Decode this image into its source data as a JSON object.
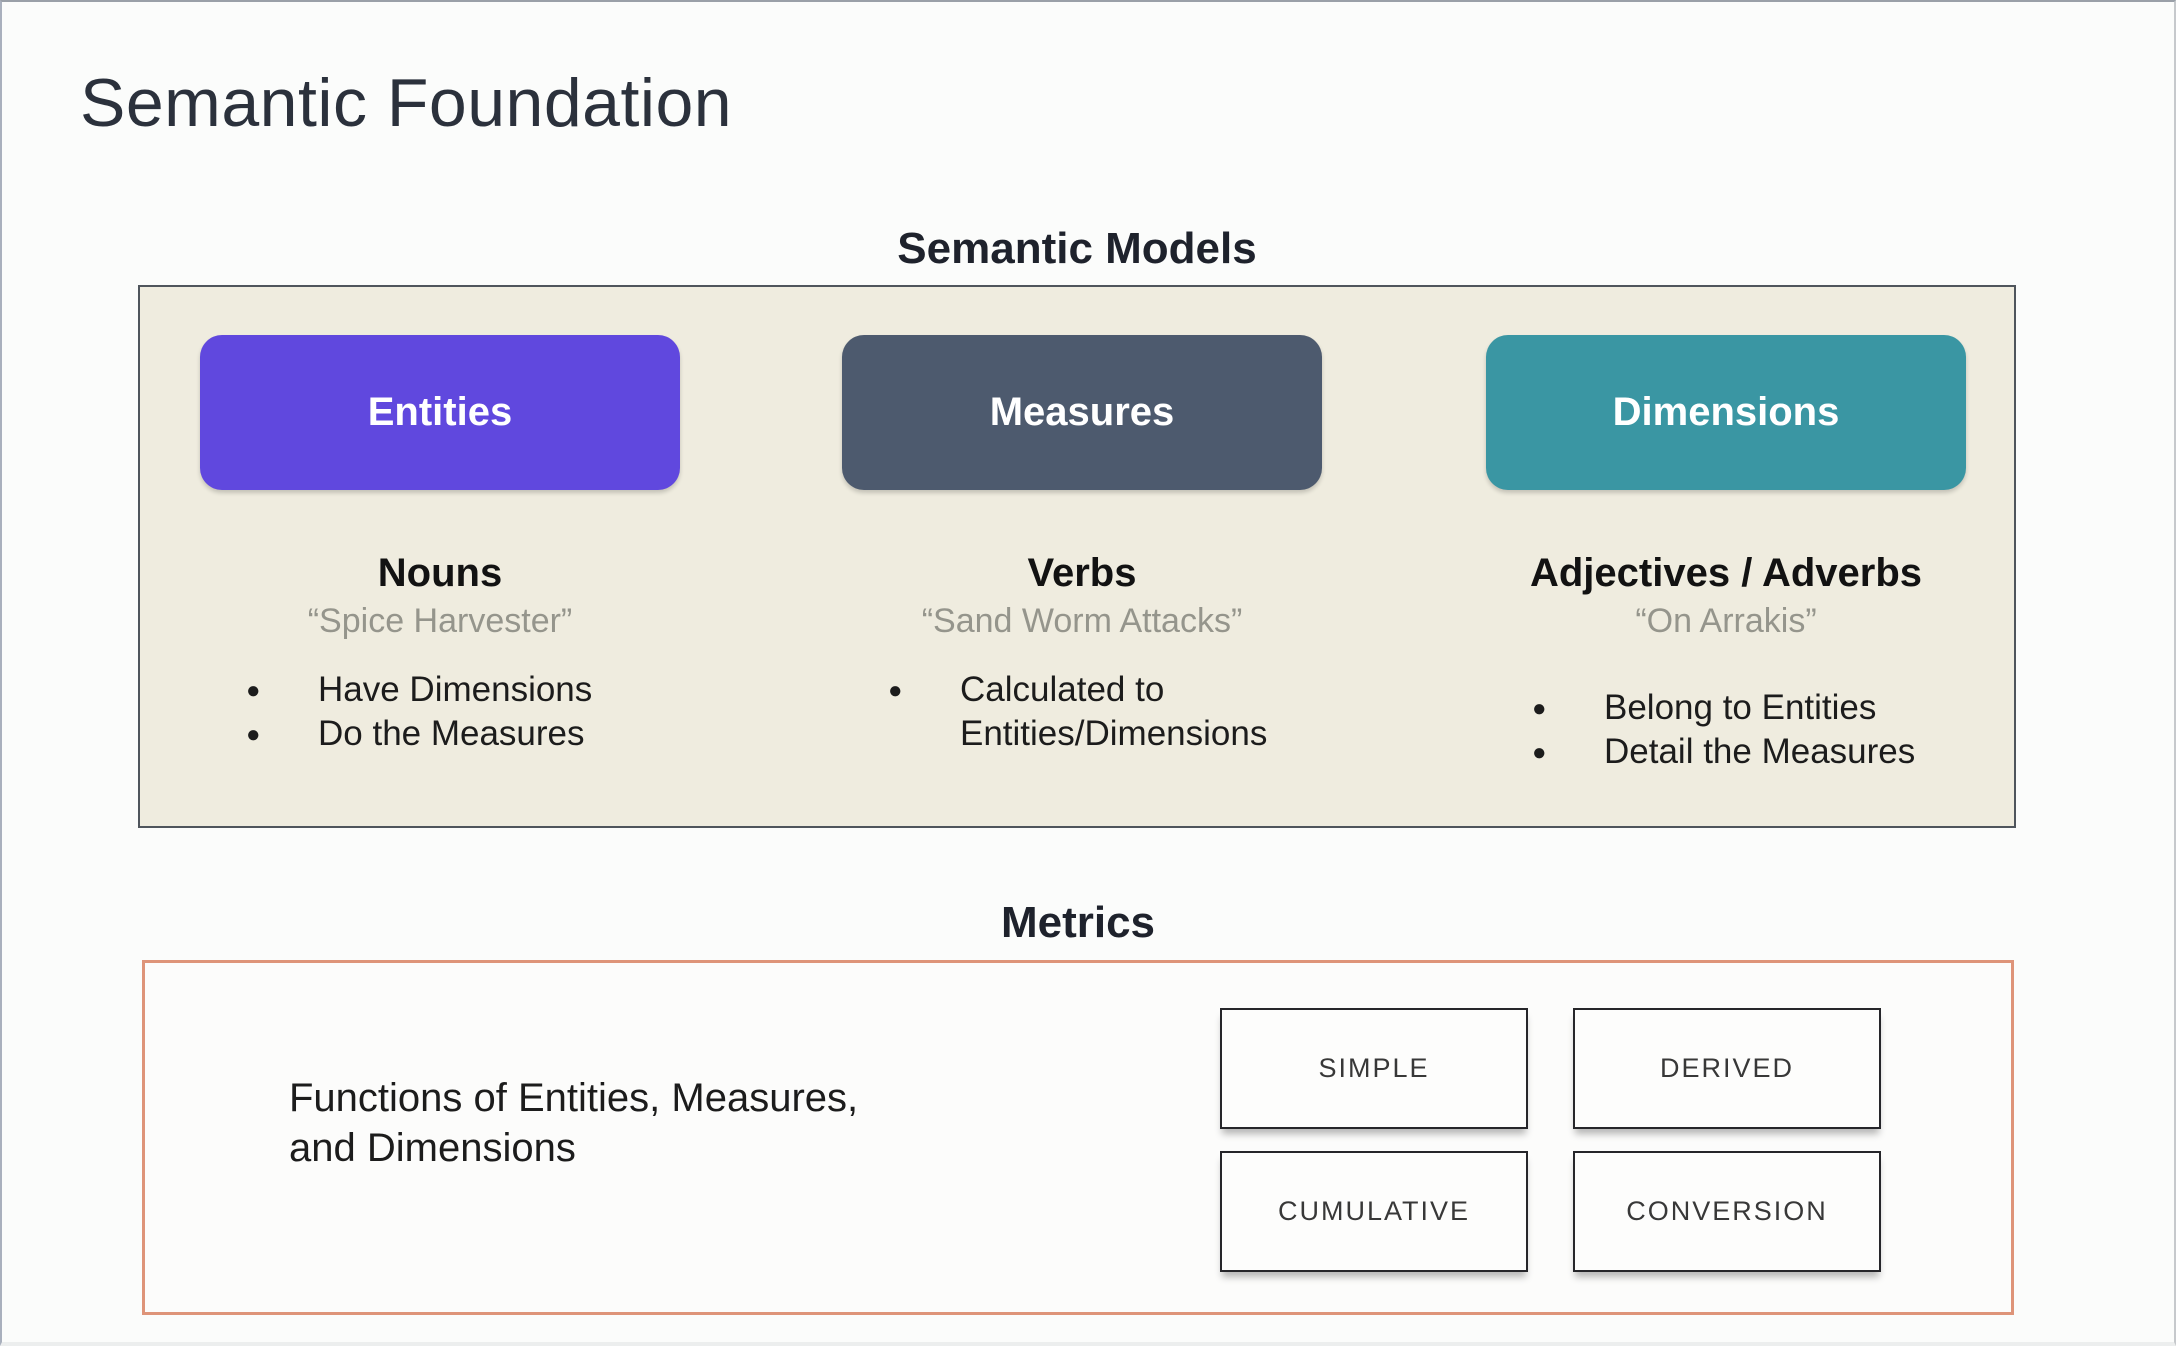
{
  "slide": {
    "title": "Semantic Foundation"
  },
  "models": {
    "header": "Semantic Models",
    "columns": [
      {
        "button_label": "Entities",
        "button_color": "#6048de",
        "category": "Nouns",
        "example": "“Spice Harvester”",
        "bullets": [
          "Have Dimensions",
          "Do the Measures"
        ]
      },
      {
        "button_label": "Measures",
        "button_color": "#4d5a6e",
        "category": "Verbs",
        "example": "“Sand Worm Attacks”",
        "bullets": [
          "Calculated to Entities/Dimensions"
        ]
      },
      {
        "button_label": "Dimensions",
        "button_color": "#3a96a3",
        "category": "Adjectives / Adverbs",
        "example": "“On Arrakis”",
        "bullets": [
          "Belong to Entities",
          "Detail the Measures"
        ]
      }
    ]
  },
  "metrics": {
    "header": "Metrics",
    "description": "Functions of Entities, Measures,\nand Dimensions",
    "types": [
      "SIMPLE",
      "DERIVED",
      "CUMULATIVE",
      "CONVERSION"
    ]
  },
  "colors": {
    "models_panel_bg": "#efecdf",
    "models_panel_border": "#4f555c",
    "metrics_panel_border": "#de9479",
    "quote_text": "#95958c",
    "body_text": "#1c1c1c"
  }
}
